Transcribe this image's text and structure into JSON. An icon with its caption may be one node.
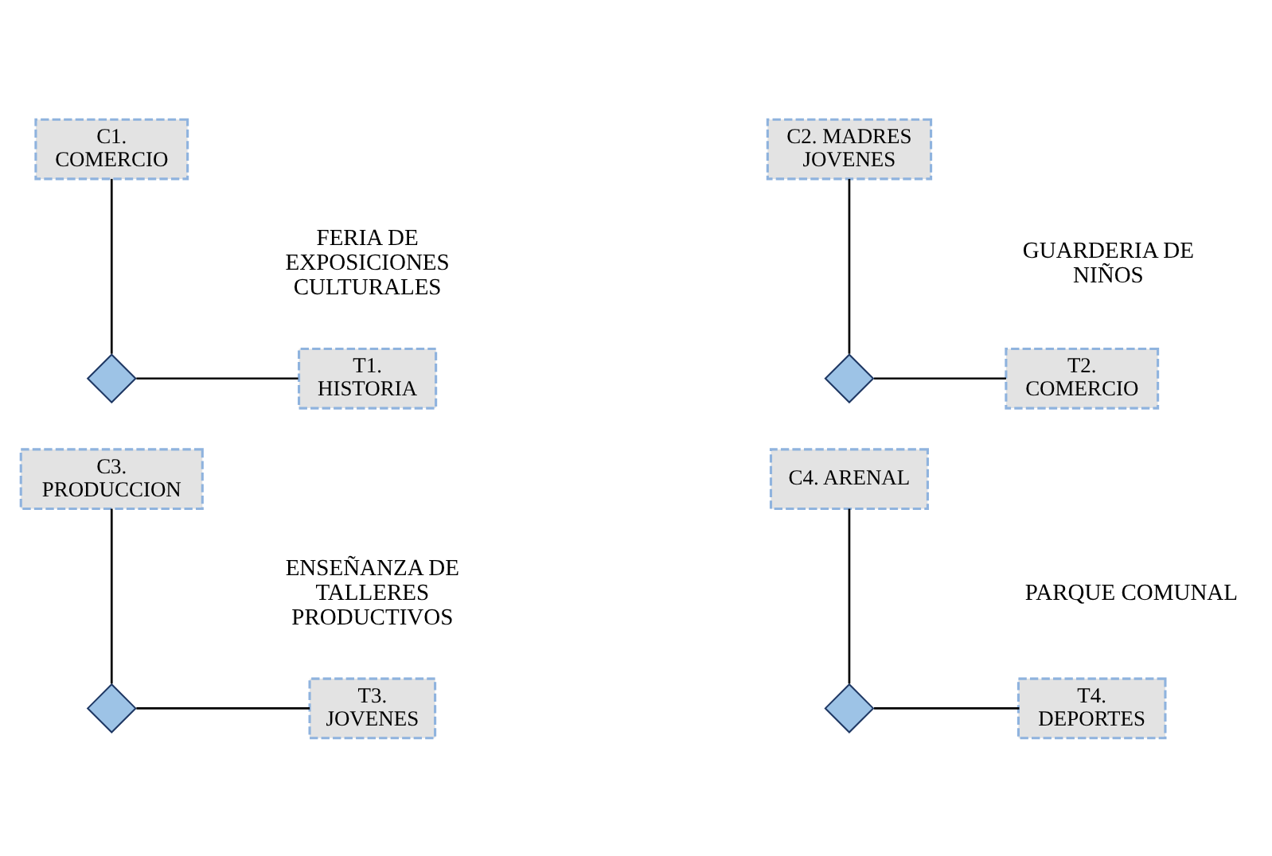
{
  "diagram": {
    "nodes": [
      {
        "text": [
          "C1. COMERCIO"
        ]
      },
      {
        "text": [],
        "shape": "diamond"
      },
      {
        "text": [
          "T1. HISTORIA"
        ]
      },
      {
        "text": [
          "C2. MADRES JOVENES"
        ]
      },
      {
        "text": [],
        "shape": "diamond"
      },
      {
        "text": [
          "T2. COMERCIO"
        ]
      },
      {
        "text": [
          "C3. PRODUCCION"
        ]
      },
      {
        "text": [],
        "shape": "diamond"
      },
      {
        "text": [
          "T3. JOVENES"
        ]
      },
      {
        "text": [
          "C4. ARENAL"
        ]
      },
      {
        "text": [],
        "shape": "diamond"
      },
      {
        "text": [
          "T4. DEPORTES"
        ]
      }
    ],
    "edges": [
      {
        "from": 0,
        "to": 1,
        "arrow": "none"
      },
      {
        "from": 1,
        "to": 2,
        "arrow": "none"
      },
      {
        "from": 3,
        "to": 4,
        "arrow": "none"
      },
      {
        "from": 4,
        "to": 5,
        "arrow": "none"
      },
      {
        "from": 6,
        "to": 7,
        "arrow": "none"
      },
      {
        "from": 7,
        "to": 8,
        "arrow": "none"
      },
      {
        "from": 9,
        "to": 10,
        "arrow": "none"
      },
      {
        "from": 10,
        "to": 11,
        "arrow": "none"
      }
    ],
    "labels": [
      "FERIA DE EXPOSICIONES CULTURALES",
      "GUARDERIA DE NIÑOS",
      "ENSEÑANZA DE TALLERES PRODUCTIVOS",
      "PARQUE COMUNAL"
    ]
  }
}
